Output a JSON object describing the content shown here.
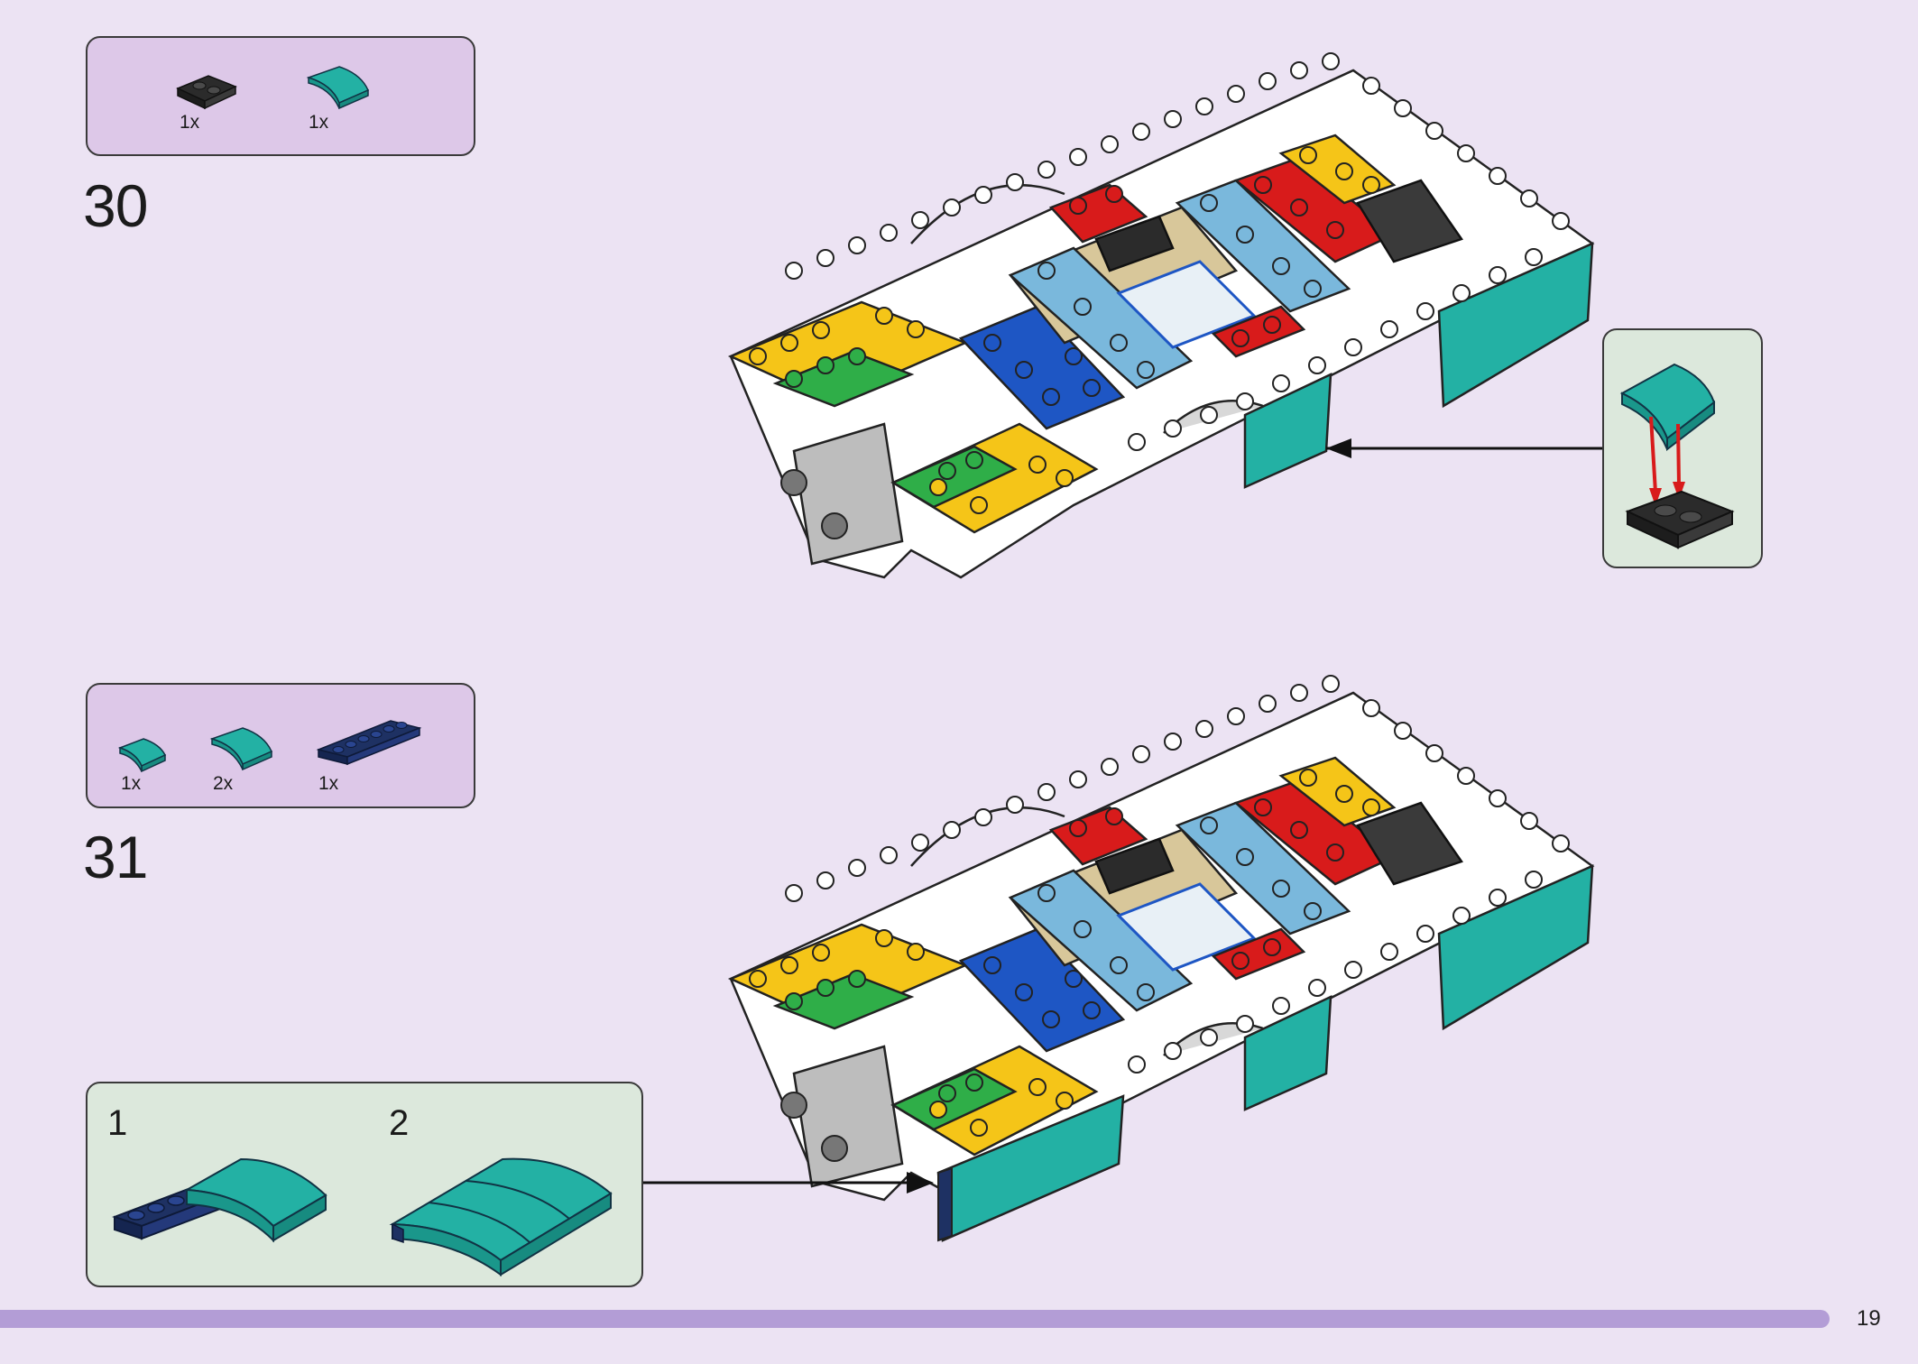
{
  "page": {
    "number": "19"
  },
  "colors": {
    "background": "#ece3f3",
    "parts_box": "#ddc8e8",
    "sub_box": "#dce8dc",
    "teal": "#23b1a4",
    "navy": "#1e3163",
    "red": "#d81b1b",
    "yellow": "#f5c518",
    "green": "#2fae48",
    "blue": "#1e56c4",
    "sky": "#7ab8dc",
    "tan": "#d8c79a",
    "black": "#2b2b2b",
    "white": "#ffffff",
    "grey": "#bdbdbd",
    "bar": "#b39dd6"
  },
  "step30": {
    "number": "30",
    "parts": [
      {
        "icon": "dark-grey-plate-1x2-icon",
        "qty": "1x"
      },
      {
        "icon": "teal-curved-slope-1x2-icon",
        "qty": "1x"
      }
    ]
  },
  "step31": {
    "number": "31",
    "parts": [
      {
        "icon": "teal-curved-slope-small-icon",
        "qty": "1x"
      },
      {
        "icon": "teal-curved-slope-1x2-icon",
        "qty": "2x"
      },
      {
        "icon": "navy-plate-1x6-icon",
        "qty": "1x"
      }
    ],
    "substeps": [
      {
        "number": "1"
      },
      {
        "number": "2"
      }
    ]
  }
}
